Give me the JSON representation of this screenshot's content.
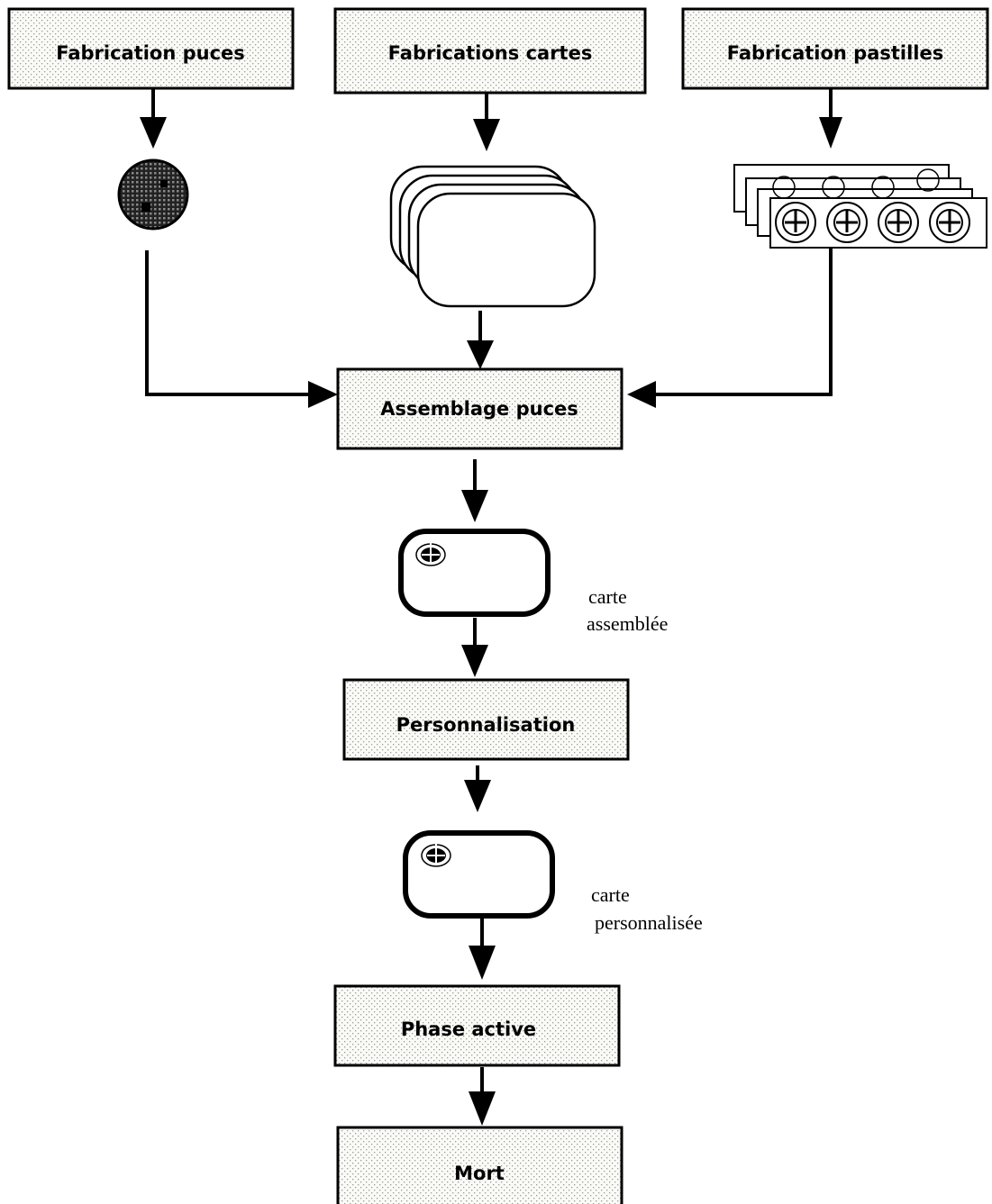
{
  "boxes": {
    "fabrication_puces": "Fabrication puces",
    "fabrications_cartes": "Fabrications cartes",
    "fabrication_pastilles": "Fabrication pastilles",
    "assemblage_puces": "Assemblage puces",
    "personnalisation": "Personnalisation",
    "phase_active": "Phase active",
    "mort": "Mort"
  },
  "captions": {
    "carte_assemblee": [
      "carte",
      "assemblée"
    ],
    "carte_personnalisee": [
      "carte",
      "personnalisée"
    ]
  },
  "colors": {
    "line": "#000000",
    "box_fill": "#fafaf6",
    "dot": "#9a9a9a"
  }
}
